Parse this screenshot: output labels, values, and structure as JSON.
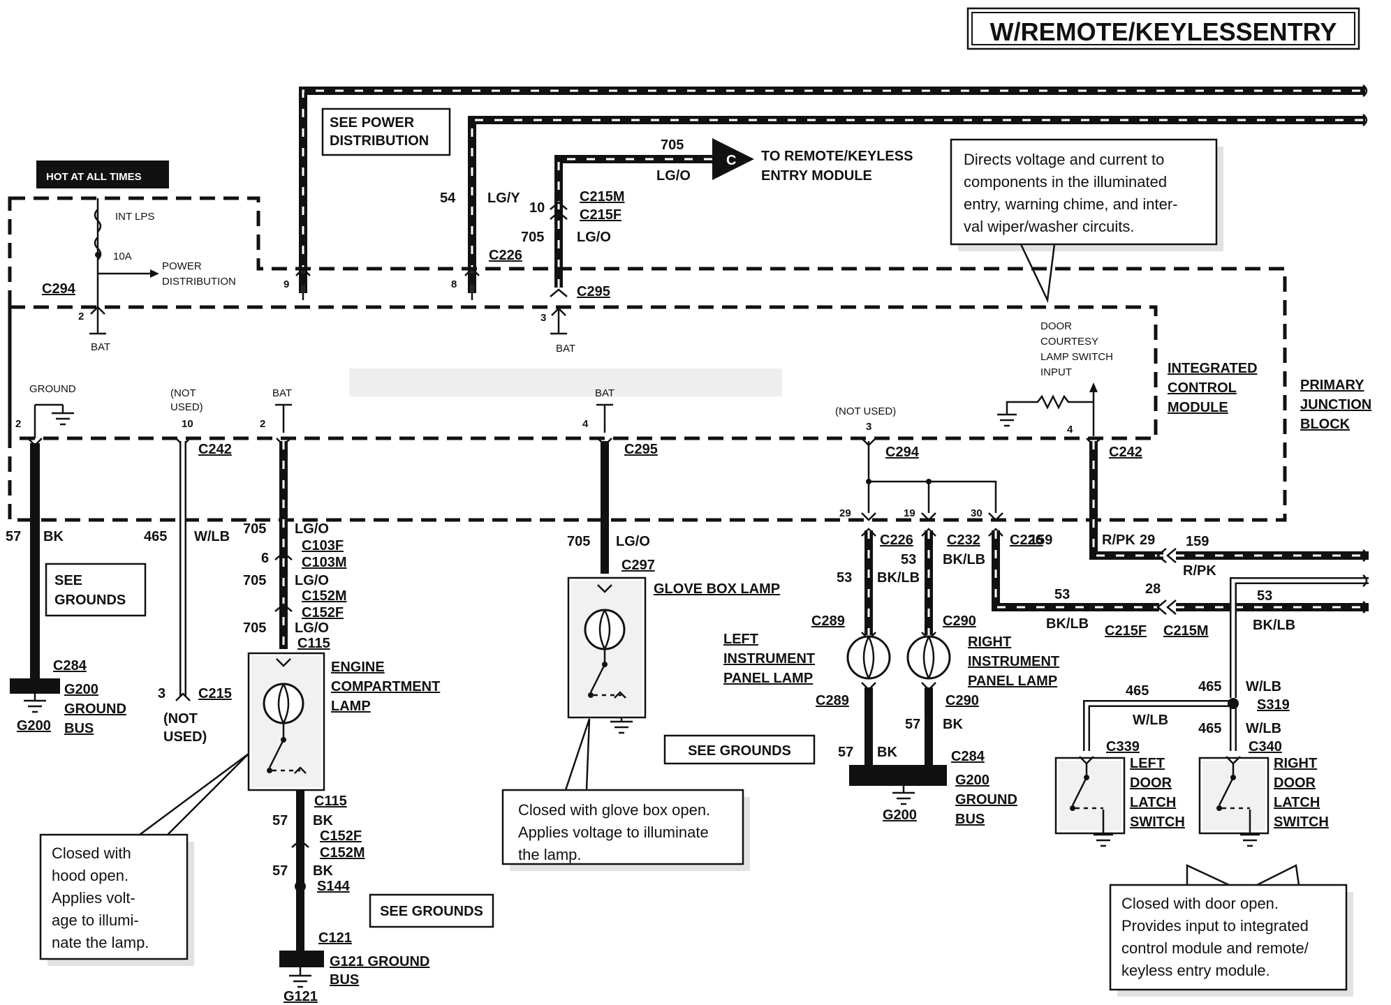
{
  "title": "W/REMOTE/KEYLESSENTRY",
  "labels": {
    "hot_at_all_times": "HOT AT ALL TIMES",
    "see_power_distribution_1": "SEE POWER",
    "see_power_distribution_2": "DISTRIBUTION",
    "int_lps": "INT LPS",
    "fuse_10a": "10A",
    "power_distribution_1": "POWER",
    "power_distribution_2": "DISTRIBUTION",
    "c294_top": "C294",
    "pin_2_left": "2",
    "bat_left": "BAT",
    "pin_9": "9",
    "pin_8": "8",
    "c226_top": "C226",
    "wire_54": "54",
    "lg_y": "LG/Y",
    "wire_705_top": "705",
    "lg_o_top": "LG/O",
    "connector_c": "C",
    "to_remote_1": "TO REMOTE/KEYLESS",
    "to_remote_2": "ENTRY MODULE",
    "pin_10_top": "10",
    "c215m_top": "C215M",
    "c215f_top": "C215F",
    "wire_705_mid": "705",
    "lg_o_mid": "LG/O",
    "c295_top": "C295",
    "pin_3_mid": "3",
    "bat_mid": "BAT",
    "ground_lbl": "GROUND",
    "not_used_1": "(NOT",
    "not_used_2": "USED)",
    "pin_10_icm": "10",
    "bat_705": "BAT",
    "pin_2_705": "2",
    "pin_2_gnd": "2",
    "c242_left": "C242",
    "bat_glove": "BAT",
    "pin_4_glove": "4",
    "c295_glove": "C295",
    "not_used_icm": "(NOT USED)",
    "pin_3_icm": "3",
    "c294_icm": "C294",
    "door_courtesy_1": "DOOR",
    "door_courtesy_2": "COURTESY",
    "door_courtesy_3": "LAMP SWITCH",
    "door_courtesy_4": "INPUT",
    "pin_4_icm": "4",
    "c242_right": "C242",
    "icm_1": "INTEGRATED",
    "icm_2": "CONTROL",
    "icm_3": "MODULE",
    "pjb_1": "PRIMARY",
    "pjb_2": "JUNCTION",
    "pjb_3": "BLOCK",
    "wire_57_left": "57",
    "bk_left": "BK",
    "see_grounds_left_1": "SEE",
    "see_grounds_left_2": "GROUNDS",
    "c284_left": "C284",
    "g200_gb_1": "G200",
    "g200_gb_2": "GROUND",
    "g200_gb_3": "BUS",
    "g200_left": "G200",
    "wire_465": "465",
    "w_lb_left": "W/LB",
    "pin_3_c215": "3",
    "c215_lbl": "C215",
    "not_used_c215_1": "(NOT",
    "not_used_c215_2": "USED)",
    "w705_a": "705",
    "lgo_a": "LG/O",
    "c103f": "C103F",
    "pin_6": "6",
    "c103m": "C103M",
    "w705_b": "705",
    "lgo_b": "LG/O",
    "c152m_a": "C152M",
    "c152f_a": "C152F",
    "w705_c": "705",
    "lgo_c": "LG/O",
    "c115_a": "C115",
    "engine_lamp_1": "ENGINE",
    "engine_lamp_2": "COMPARTMENT",
    "engine_lamp_3": "LAMP",
    "c115_b": "C115",
    "w57_a": "57",
    "bk_a": "BK",
    "c152f_b": "C152F",
    "c152m_b": "C152M",
    "w57_b": "57",
    "bk_b": "BK",
    "s144": "S144",
    "see_grounds_mid": "SEE GROUNDS",
    "c121": "C121",
    "g121_gb_1": "G121 GROUND",
    "g121_gb_2": "BUS",
    "g121": "G121",
    "cap_hood_1": "Closed with",
    "cap_hood_2": "hood open.",
    "cap_hood_3": "Applies volt-",
    "cap_hood_4": "age to illumi-",
    "cap_hood_5": "nate the lamp.",
    "w705_glove": "705",
    "lgo_glove": "LG/O",
    "c297": "C297",
    "glove_box_lamp": "GLOVE BOX LAMP",
    "cap_glove_1": "Closed with glove box open.",
    "cap_glove_2": "Applies voltage to illuminate",
    "cap_glove_3": "the lamp.",
    "see_grounds_right": "SEE GROUNDS",
    "pin_29_a": "29",
    "pin_19": "19",
    "pin_30": "30",
    "c226_a": "C226",
    "c232": "C232",
    "c226_b": "C226",
    "w159_a": "159",
    "rpk_a": "R/PK",
    "pin_29_b": "29",
    "w159_b": "159",
    "rpk_b": "R/PK",
    "w53_a": "53",
    "bklb_a": "BK/LB",
    "w53_b": "53",
    "bklb_b": "BK/LB",
    "w53_c": "53",
    "pin_28": "28",
    "bklb_c": "BK/LB",
    "c215f_b": "C215F",
    "c215m_b": "C215M",
    "w53_d": "53",
    "bklb_d": "BK/LB",
    "c289_a": "C289",
    "c290_a": "C290",
    "left_ip_1": "LEFT",
    "left_ip_2": "INSTRUMENT",
    "left_ip_3": "PANEL LAMP",
    "right_ip_1": "RIGHT",
    "right_ip_2": "INSTRUMENT",
    "right_ip_3": "PANEL LAMP",
    "c289_b": "C289",
    "c290_b": "C290",
    "w57_c": "57",
    "bk_c": "BK",
    "w57_d": "57",
    "bk_d": "BK",
    "c284_right": "C284",
    "g200_gb2_1": "G200",
    "g200_gb2_2": "GROUND",
    "g200_gb2_3": "BUS",
    "g200_right": "G200",
    "w465_a": "465",
    "wlb_a": "W/LB",
    "w465_b": "465",
    "wlb_b": "W/LB",
    "s319": "S319",
    "w465_c": "465",
    "wlb_c": "W/LB",
    "c339": "C339",
    "c340": "C340",
    "ldl_1": "LEFT",
    "ldl_2": "DOOR",
    "ldl_3": "LATCH",
    "ldl_4": "SWITCH",
    "rdl_1": "RIGHT",
    "rdl_2": "DOOR",
    "rdl_3": "LATCH",
    "rdl_4": "SWITCH",
    "cap_icm_1": "Directs voltage and current to",
    "cap_icm_2": "components in the  illuminated",
    "cap_icm_3": "entry, warning chime, and inter-",
    "cap_icm_4": "val wiper/washer circuits.",
    "cap_door_1": "Closed with door open.",
    "cap_door_2": "Provides input to integrated",
    "cap_door_3": "control module and remote/",
    "cap_door_4": "keyless entry module."
  }
}
